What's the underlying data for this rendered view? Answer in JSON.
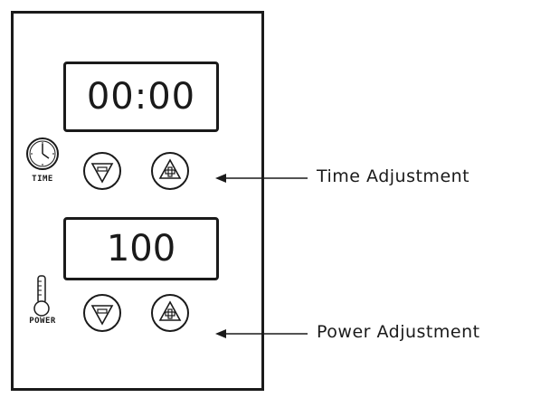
{
  "panel": {
    "time_display": "00:00",
    "power_display": "100",
    "time_icon_label": "TIME",
    "power_icon_label": "POWER"
  },
  "callouts": {
    "time": "Time Adjustment",
    "power": "Power Adjustment"
  },
  "icons": {
    "time": "clock-icon",
    "power": "thermometer-icon",
    "decrease": "minus-triangle-icon",
    "increase": "plus-triangle-icon"
  },
  "colors": {
    "stroke": "#1a1a1a",
    "background": "#ffffff"
  }
}
